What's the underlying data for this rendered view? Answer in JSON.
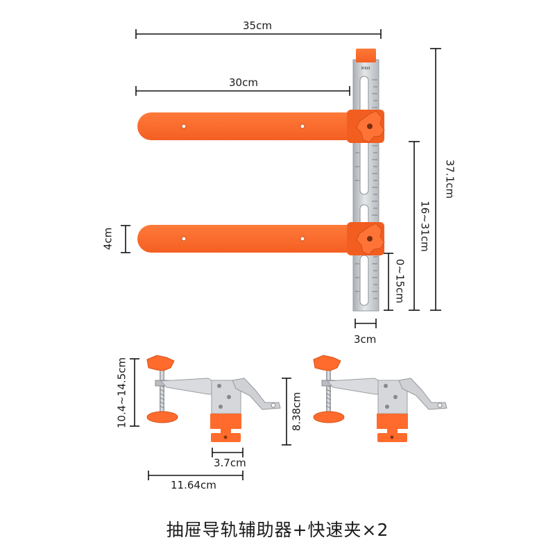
{
  "dimensions": {
    "guide_total_width": "35cm",
    "arm_length": "30cm",
    "arm_width": "4cm",
    "guide_height": "37.1cm",
    "arm_spacing": "16~31cm",
    "lower_range": "0~15cm",
    "rail_width": "3cm",
    "clamp_height": "10.4~14.5cm",
    "clamp_body_height": "8.38cm",
    "clamp_jaw_width": "3.7cm",
    "clamp_length": "11.64cm"
  },
  "rail_brand": "lmtxt",
  "caption": "抽屉导轨辅助器+快速夹×2",
  "colors": {
    "orange": "#ff6b2c",
    "steel": "#c9ccd0",
    "line": "#111111"
  }
}
